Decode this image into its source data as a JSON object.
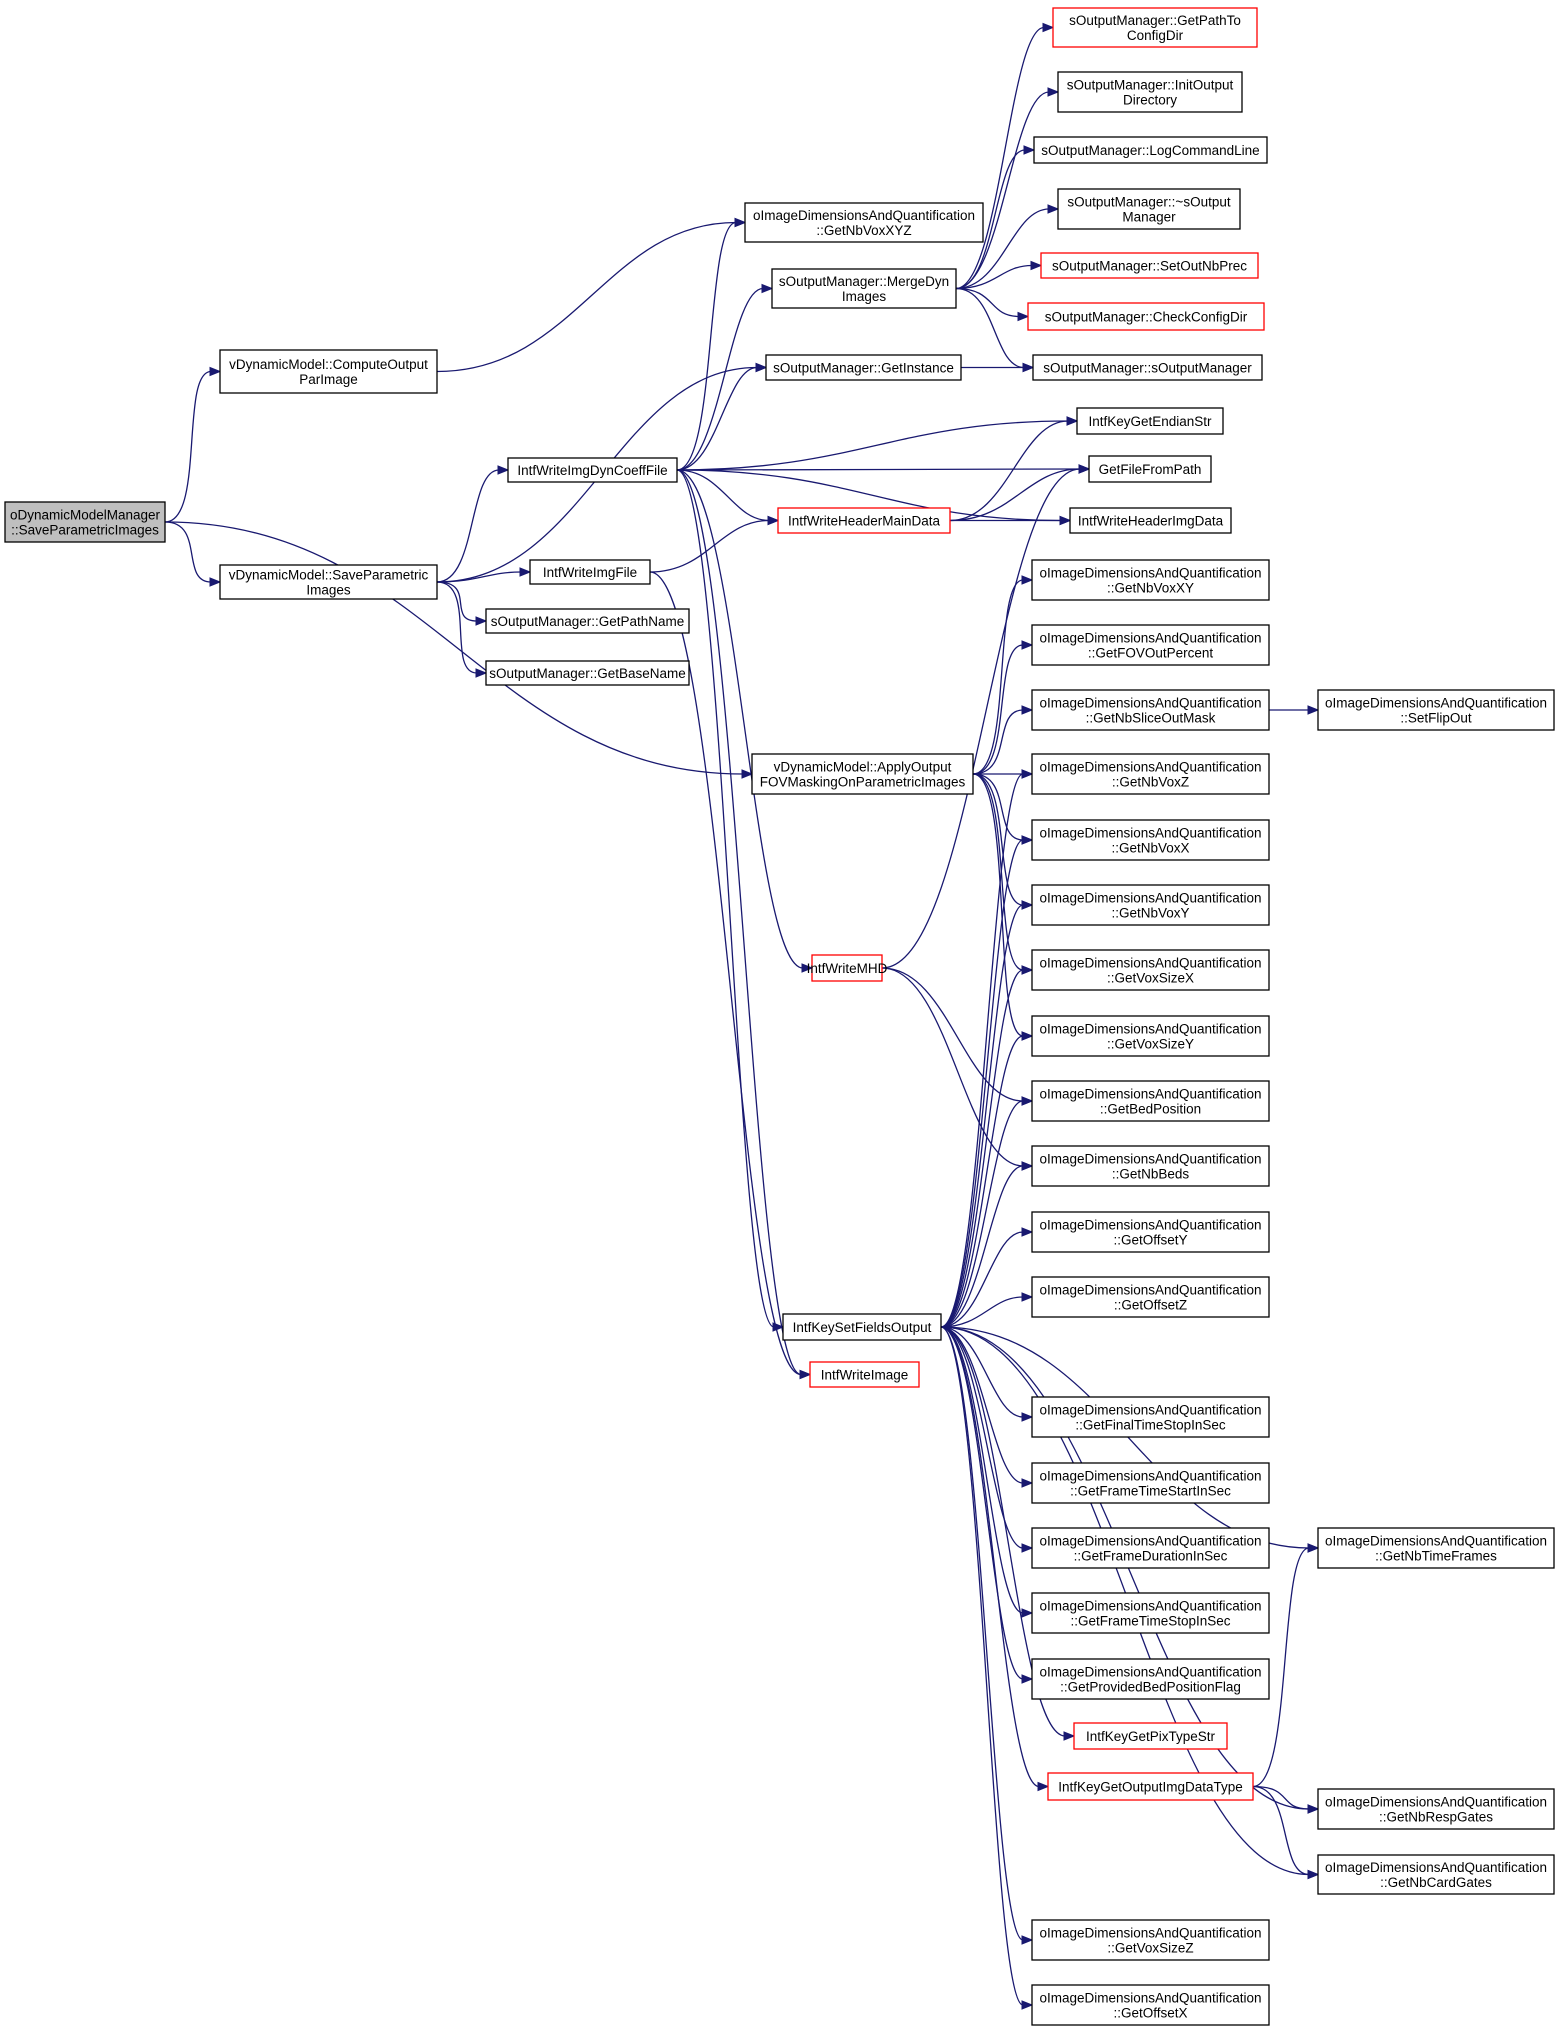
{
  "title": "",
  "colors": {
    "edge": "#191970",
    "node_border": "#000000",
    "node_border_truncated": "#ff0000",
    "root_fill": "#bfbfbf",
    "node_fill": "#ffffff"
  },
  "nodes": [
    {
      "id": "root",
      "lines": [
        "oDynamicModelManager",
        "::SaveParametricImages"
      ],
      "kind": "root"
    },
    {
      "id": "compOut",
      "lines": [
        "vDynamicModel::ComputeOutput",
        "ParImage"
      ],
      "kind": "normal"
    },
    {
      "id": "saveParam",
      "lines": [
        "vDynamicModel::SaveParametric",
        "Images"
      ],
      "kind": "normal"
    },
    {
      "id": "getNbVoxXYZ",
      "lines": [
        "oImageDimensionsAndQuantification",
        "::GetNbVoxXYZ"
      ],
      "kind": "normal"
    },
    {
      "id": "writeDyn",
      "lines": [
        "IntfWriteImgDynCoeffFile"
      ],
      "kind": "normal"
    },
    {
      "id": "writeImgFile",
      "lines": [
        "IntfWriteImgFile"
      ],
      "kind": "normal"
    },
    {
      "id": "getPathName",
      "lines": [
        "sOutputManager::GetPathName"
      ],
      "kind": "normal"
    },
    {
      "id": "getBaseName",
      "lines": [
        "sOutputManager::GetBaseName"
      ],
      "kind": "normal"
    },
    {
      "id": "merge",
      "lines": [
        "sOutputManager::MergeDyn",
        "Images"
      ],
      "kind": "normal"
    },
    {
      "id": "getInstance",
      "lines": [
        "sOutputManager::GetInstance"
      ],
      "kind": "normal"
    },
    {
      "id": "writeHdrMain",
      "lines": [
        "IntfWriteHeaderMainData"
      ],
      "kind": "truncated"
    },
    {
      "id": "applyFOV",
      "lines": [
        "vDynamicModel::ApplyOutput",
        "FOVMaskingOnParametricImages"
      ],
      "kind": "normal"
    },
    {
      "id": "writeMHD",
      "lines": [
        "IntfWriteMHD"
      ],
      "kind": "truncated"
    },
    {
      "id": "setFields",
      "lines": [
        "IntfKeySetFieldsOutput"
      ],
      "kind": "normal"
    },
    {
      "id": "writeImage",
      "lines": [
        "IntfWriteImage"
      ],
      "kind": "truncated"
    },
    {
      "id": "getPathCfg",
      "lines": [
        "sOutputManager::GetPathTo",
        "ConfigDir"
      ],
      "kind": "truncated"
    },
    {
      "id": "initOut",
      "lines": [
        "sOutputManager::InitOutput",
        "Directory"
      ],
      "kind": "normal"
    },
    {
      "id": "logCmd",
      "lines": [
        "sOutputManager::LogCommandLine"
      ],
      "kind": "normal"
    },
    {
      "id": "dtor",
      "lines": [
        "sOutputManager::~sOutput",
        "Manager"
      ],
      "kind": "normal"
    },
    {
      "id": "setPrec",
      "lines": [
        "sOutputManager::SetOutNbPrec"
      ],
      "kind": "truncated"
    },
    {
      "id": "checkCfg",
      "lines": [
        "sOutputManager::CheckConfigDir"
      ],
      "kind": "truncated"
    },
    {
      "id": "ctor",
      "lines": [
        "sOutputManager::sOutputManager"
      ],
      "kind": "normal"
    },
    {
      "id": "endian",
      "lines": [
        "IntfKeyGetEndianStr"
      ],
      "kind": "normal"
    },
    {
      "id": "getFile",
      "lines": [
        "GetFileFromPath"
      ],
      "kind": "normal"
    },
    {
      "id": "writeHdrImg",
      "lines": [
        "IntfWriteHeaderImgData"
      ],
      "kind": "normal"
    },
    {
      "id": "getNbVoxXY",
      "lines": [
        "oImageDimensionsAndQuantification",
        "::GetNbVoxXY"
      ],
      "kind": "normal"
    },
    {
      "id": "getFOV",
      "lines": [
        "oImageDimensionsAndQuantification",
        "::GetFOVOutPercent"
      ],
      "kind": "normal"
    },
    {
      "id": "getSlice",
      "lines": [
        "oImageDimensionsAndQuantification",
        "::GetNbSliceOutMask"
      ],
      "kind": "normal"
    },
    {
      "id": "setFlip",
      "lines": [
        "oImageDimensionsAndQuantification",
        "::SetFlipOut"
      ],
      "kind": "normal"
    },
    {
      "id": "getNbVoxZ",
      "lines": [
        "oImageDimensionsAndQuantification",
        "::GetNbVoxZ"
      ],
      "kind": "normal"
    },
    {
      "id": "getNbVoxX",
      "lines": [
        "oImageDimensionsAndQuantification",
        "::GetNbVoxX"
      ],
      "kind": "normal"
    },
    {
      "id": "getNbVoxY",
      "lines": [
        "oImageDimensionsAndQuantification",
        "::GetNbVoxY"
      ],
      "kind": "normal"
    },
    {
      "id": "getVoxSizeX",
      "lines": [
        "oImageDimensionsAndQuantification",
        "::GetVoxSizeX"
      ],
      "kind": "normal"
    },
    {
      "id": "getVoxSizeY",
      "lines": [
        "oImageDimensionsAndQuantification",
        "::GetVoxSizeY"
      ],
      "kind": "normal"
    },
    {
      "id": "getBedPos",
      "lines": [
        "oImageDimensionsAndQuantification",
        "::GetBedPosition"
      ],
      "kind": "normal"
    },
    {
      "id": "getNbBeds",
      "lines": [
        "oImageDimensionsAndQuantification",
        "::GetNbBeds"
      ],
      "kind": "normal"
    },
    {
      "id": "getOffY",
      "lines": [
        "oImageDimensionsAndQuantification",
        "::GetOffsetY"
      ],
      "kind": "normal"
    },
    {
      "id": "getOffZ",
      "lines": [
        "oImageDimensionsAndQuantification",
        "::GetOffsetZ"
      ],
      "kind": "normal"
    },
    {
      "id": "getFinal",
      "lines": [
        "oImageDimensionsAndQuantification",
        "::GetFinalTimeStopInSec"
      ],
      "kind": "normal"
    },
    {
      "id": "getFrStart",
      "lines": [
        "oImageDimensionsAndQuantification",
        "::GetFrameTimeStartInSec"
      ],
      "kind": "normal"
    },
    {
      "id": "getFrDur",
      "lines": [
        "oImageDimensionsAndQuantification",
        "::GetFrameDurationInSec"
      ],
      "kind": "normal"
    },
    {
      "id": "getFrStop",
      "lines": [
        "oImageDimensionsAndQuantification",
        "::GetFrameTimeStopInSec"
      ],
      "kind": "normal"
    },
    {
      "id": "getProv",
      "lines": [
        "oImageDimensionsAndQuantification",
        "::GetProvidedBedPositionFlag"
      ],
      "kind": "normal"
    },
    {
      "id": "pixType",
      "lines": [
        "IntfKeyGetPixTypeStr"
      ],
      "kind": "truncated"
    },
    {
      "id": "outType",
      "lines": [
        "IntfKeyGetOutputImgDataType"
      ],
      "kind": "truncated"
    },
    {
      "id": "getVoxSizeZ",
      "lines": [
        "oImageDimensionsAndQuantification",
        "::GetVoxSizeZ"
      ],
      "kind": "normal"
    },
    {
      "id": "getOffX",
      "lines": [
        "oImageDimensionsAndQuantification",
        "::GetOffsetX"
      ],
      "kind": "normal"
    },
    {
      "id": "getNbTime",
      "lines": [
        "oImageDimensionsAndQuantification",
        "::GetNbTimeFrames"
      ],
      "kind": "normal"
    },
    {
      "id": "getNbResp",
      "lines": [
        "oImageDimensionsAndQuantification",
        "::GetNbRespGates"
      ],
      "kind": "normal"
    },
    {
      "id": "getNbCard",
      "lines": [
        "oImageDimensionsAndQuantification",
        "::GetNbCardGates"
      ],
      "kind": "normal"
    }
  ],
  "edges": [
    [
      "root",
      "compOut"
    ],
    [
      "root",
      "saveParam"
    ],
    [
      "root",
      "applyFOV"
    ],
    [
      "compOut",
      "getNbVoxXYZ"
    ],
    [
      "saveParam",
      "getInstance"
    ],
    [
      "saveParam",
      "writeDyn"
    ],
    [
      "saveParam",
      "writeImgFile"
    ],
    [
      "saveParam",
      "getPathName"
    ],
    [
      "saveParam",
      "getBaseName"
    ],
    [
      "writeDyn",
      "getNbVoxXYZ"
    ],
    [
      "writeDyn",
      "merge"
    ],
    [
      "writeDyn",
      "getInstance"
    ],
    [
      "writeDyn",
      "endian"
    ],
    [
      "writeDyn",
      "getFile"
    ],
    [
      "writeDyn",
      "writeHdrMain"
    ],
    [
      "writeDyn",
      "writeHdrImg"
    ],
    [
      "writeDyn",
      "writeMHD"
    ],
    [
      "writeDyn",
      "setFields"
    ],
    [
      "writeDyn",
      "writeImage"
    ],
    [
      "writeImgFile",
      "writeHdrMain"
    ],
    [
      "writeImgFile",
      "writeImage"
    ],
    [
      "merge",
      "getPathCfg"
    ],
    [
      "merge",
      "initOut"
    ],
    [
      "merge",
      "logCmd"
    ],
    [
      "merge",
      "dtor"
    ],
    [
      "merge",
      "setPrec"
    ],
    [
      "merge",
      "checkCfg"
    ],
    [
      "merge",
      "ctor"
    ],
    [
      "getInstance",
      "ctor"
    ],
    [
      "writeHdrMain",
      "getFile"
    ],
    [
      "writeHdrMain",
      "writeHdrImg"
    ],
    [
      "writeHdrMain",
      "endian"
    ],
    [
      "applyFOV",
      "getNbVoxXY"
    ],
    [
      "applyFOV",
      "getFOV"
    ],
    [
      "applyFOV",
      "getSlice"
    ],
    [
      "applyFOV",
      "getNbVoxZ"
    ],
    [
      "applyFOV",
      "getNbVoxX"
    ],
    [
      "applyFOV",
      "getNbVoxY"
    ],
    [
      "applyFOV",
      "getVoxSizeX"
    ],
    [
      "applyFOV",
      "getVoxSizeY"
    ],
    [
      "getSlice",
      "setFlip"
    ],
    [
      "writeMHD",
      "getFile"
    ],
    [
      "writeMHD",
      "getBedPos"
    ],
    [
      "writeMHD",
      "getNbBeds"
    ],
    [
      "setFields",
      "getNbVoxZ"
    ],
    [
      "setFields",
      "getNbVoxX"
    ],
    [
      "setFields",
      "getNbVoxY"
    ],
    [
      "setFields",
      "getVoxSizeX"
    ],
    [
      "setFields",
      "getVoxSizeY"
    ],
    [
      "setFields",
      "getBedPos"
    ],
    [
      "setFields",
      "getNbBeds"
    ],
    [
      "setFields",
      "getOffY"
    ],
    [
      "setFields",
      "getOffZ"
    ],
    [
      "setFields",
      "getFinal"
    ],
    [
      "setFields",
      "getFrStart"
    ],
    [
      "setFields",
      "getFrDur"
    ],
    [
      "setFields",
      "getFrStop"
    ],
    [
      "setFields",
      "getProv"
    ],
    [
      "setFields",
      "pixType"
    ],
    [
      "setFields",
      "outType"
    ],
    [
      "setFields",
      "getVoxSizeZ"
    ],
    [
      "setFields",
      "getOffX"
    ],
    [
      "setFields",
      "getNbTime"
    ],
    [
      "setFields",
      "getNbResp"
    ],
    [
      "setFields",
      "getNbCard"
    ],
    [
      "outType",
      "getNbTime"
    ],
    [
      "outType",
      "getNbResp"
    ],
    [
      "outType",
      "getNbCard"
    ]
  ]
}
